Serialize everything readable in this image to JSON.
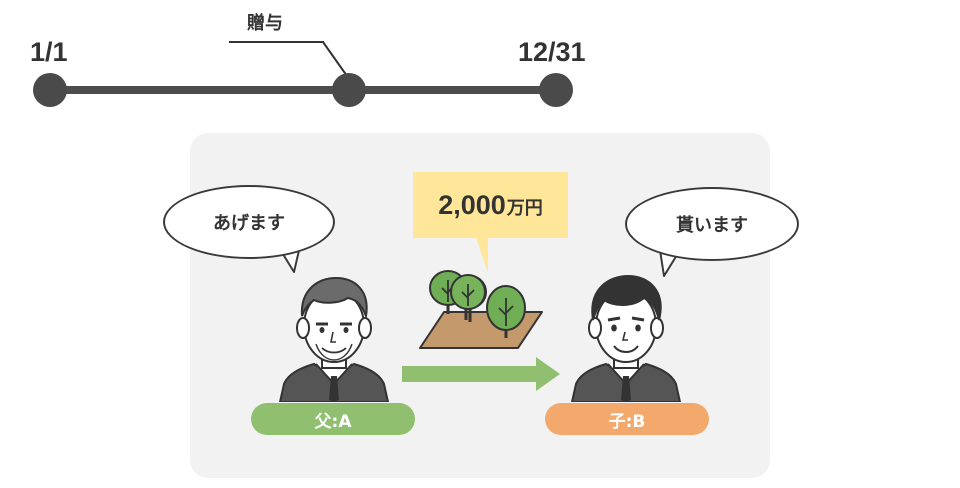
{
  "timeline": {
    "start_label": "1/1",
    "event_label": "贈与",
    "end_label": "12/31",
    "line_color": "#4d4d4d"
  },
  "scene": {
    "panel_color": "#f2f2f2",
    "giver": {
      "speech": "あげます",
      "name": "父:A",
      "pill_color": "#8fbf6f"
    },
    "receiver": {
      "speech": "貰います",
      "name": "子:B",
      "pill_color": "#f2a96b"
    },
    "gift": {
      "amount": "2,000",
      "unit": "万円",
      "tag_color": "#ffe699",
      "icon": "forest-land-icon"
    },
    "transfer_arrow": {
      "icon": "arrow-right-icon",
      "color": "#8fbf6f"
    }
  }
}
